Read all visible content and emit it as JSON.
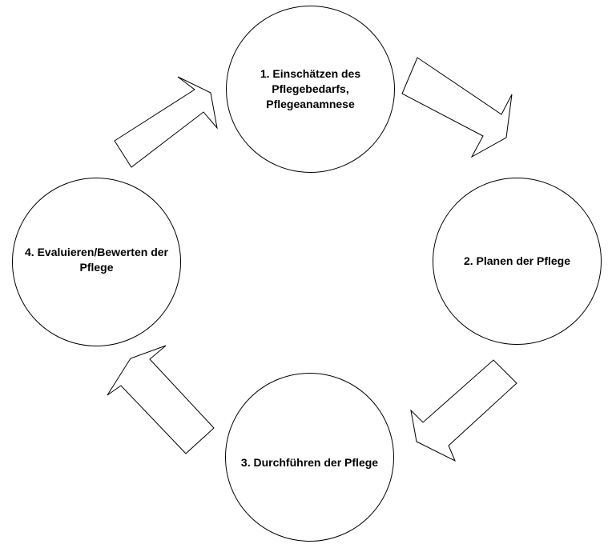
{
  "diagram": {
    "type": "cycle",
    "steps": [
      {
        "id": "1",
        "label": "1. Einschätzen des\nPflegebedarfs,\nPflegeanamnese"
      },
      {
        "id": "2",
        "label": "2. Planen der Pflege"
      },
      {
        "id": "3",
        "label": "3. Durchführen der Pflege"
      },
      {
        "id": "4",
        "label": "4. Evaluieren/Bewerten der\nPflege"
      }
    ],
    "arrows": [
      {
        "from": "1",
        "to": "2"
      },
      {
        "from": "2",
        "to": "3"
      },
      {
        "from": "3",
        "to": "4"
      },
      {
        "from": "4",
        "to": "1"
      }
    ],
    "colors": {
      "stroke": "#000000",
      "fill": "#ffffff",
      "text": "#000000"
    }
  }
}
